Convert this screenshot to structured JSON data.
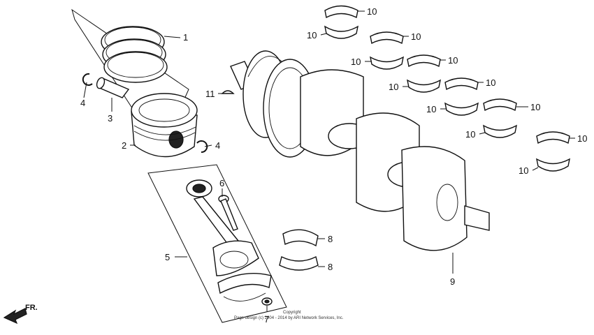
{
  "callouts": {
    "piston_rings": "1",
    "piston": "2",
    "piston_pin": "3",
    "pin_clip_left": "4",
    "pin_clip_right": "4",
    "connecting_rod": "5",
    "rod_bolt": "6",
    "rod_nut": "7",
    "rod_bearing_upper": "8",
    "rod_bearing_lower": "8",
    "crankshaft": "9",
    "woodruff_key": "11",
    "main_bearings": [
      "10",
      "10",
      "10",
      "10",
      "10",
      "10",
      "10",
      "10",
      "10",
      "10",
      "10",
      "10"
    ]
  },
  "direction_marker": "FR.",
  "copyright": {
    "line1": "Copyright",
    "line2": "Page design (c) 2004 - 2014 by ARI Network Services, Inc."
  }
}
